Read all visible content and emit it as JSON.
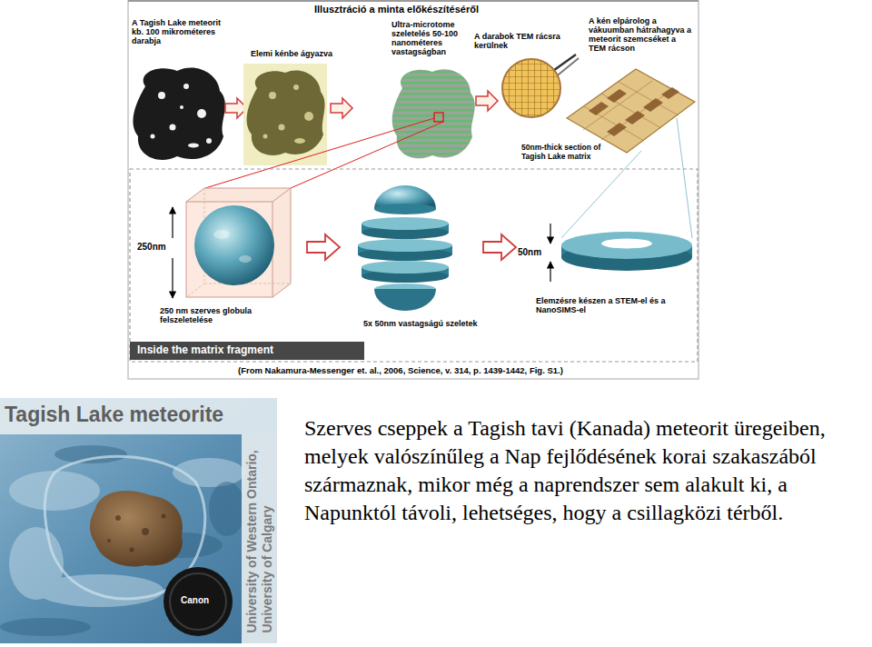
{
  "diagram": {
    "title": "Illusztráció a minta előkészítéséről",
    "caption": "Szerves cseppek a Tagish tavi (Kanada) meteorit üregeiben, melyek valószínűleg a Nap fejlődésének korai szakaszából származnak, mikor még a naprendszer sem alakult ki, a Napunktól távoli, lehetséges, hogy a csillagközi térből.",
    "nodes": [
      {
        "text": [
          "Inside the matrix fragment"
        ]
      }
    ],
    "labels": [
      "A Tagish Lake meteorit kb. 100 mikrométeres darabja",
      "Elemi kénbe ágyazva",
      "Ultra-microtome szeletelés 50-100 nanométeres vastagságban",
      "A darabok TEM rácsra kerülnek",
      "A kén elpárolog a vákuumban hátrahagyva a meteorit szemcséket a TEM rácson",
      "50nm-thick section of Tagish Lake matrix",
      "250nm",
      "250 nm szerves globula felszeletelése",
      "5x 50nm vastagságú szeletek",
      "50nm",
      "Elemzésre készen a STEM-el és a NanoSIMS-el",
      "(From Nakamura-Messenger et. al., 2006, Science, v. 314, p. 1439-1442, Fig. S1.)",
      "Tagish Lake meteorite",
      "University of Western Ontario, University of Calgary",
      "Canon"
    ]
  }
}
